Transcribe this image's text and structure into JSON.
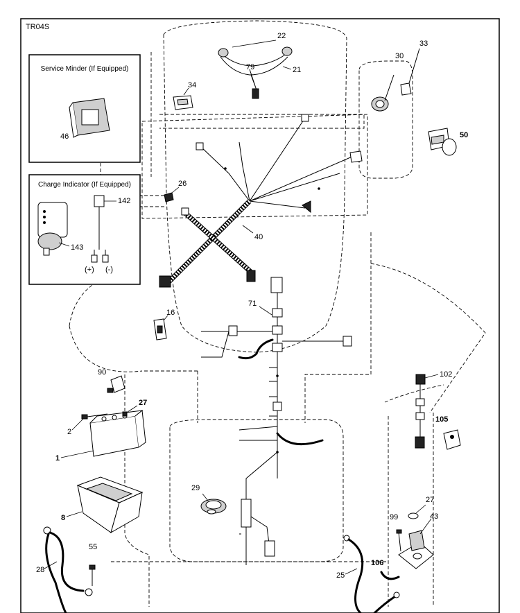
{
  "diagram": {
    "code": "TR04S",
    "insets": {
      "service_minder": "Service Minder (If Equipped)",
      "charge_indicator": "Charge Indicator (If Equipped)"
    },
    "terminal_labels": {
      "positive": "(+)",
      "negative": "(-)"
    },
    "parts": {
      "p1": "1",
      "p2": "2",
      "p8": "8",
      "p16": "16",
      "p21": "21",
      "p22": "22",
      "p25": "25",
      "p26": "26",
      "p27a": "27",
      "p27b": "27",
      "p28": "28",
      "p29": "29",
      "p30": "30",
      "p33": "33",
      "p34": "34",
      "p40": "40",
      "p43": "43",
      "p46": "46",
      "p50": "50",
      "p55": "55",
      "p71": "71",
      "p79": "79",
      "p90": "90",
      "p99": "99",
      "p102": "102",
      "p105": "105",
      "p106": "106",
      "p142": "142",
      "p143": "143"
    }
  }
}
